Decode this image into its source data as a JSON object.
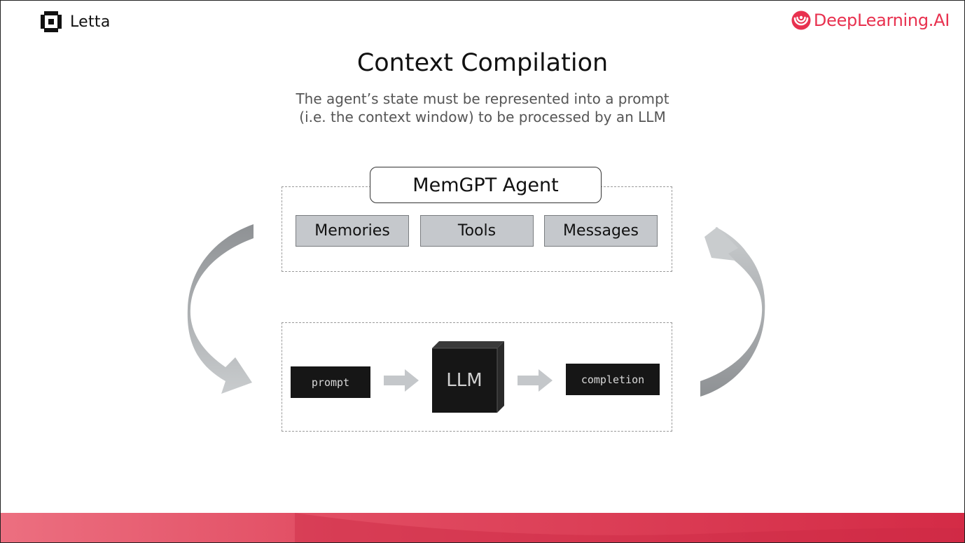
{
  "logos": {
    "letta": "Letta",
    "deeplearning": "DeepLearning.AI",
    "letta_icon": "letta-square-icon",
    "deeplearning_icon": "deeplearning-spiral-icon"
  },
  "header": {
    "title": "Context Compilation",
    "subtitle_line1": "The agent’s state must be represented into a prompt",
    "subtitle_line2": "(i.e. the context window) to be processed by an LLM"
  },
  "diagram": {
    "agent_label": "MemGPT Agent",
    "components": [
      "Memories",
      "Tools",
      "Messages"
    ],
    "pipeline": {
      "prompt": "prompt",
      "model": "LLM",
      "completion": "completion"
    }
  },
  "colors": {
    "brand_red": "#e8314f",
    "component_fill": "#c5c8cc",
    "code_fill": "#161616",
    "arrow_gray": "#a7aaad"
  }
}
